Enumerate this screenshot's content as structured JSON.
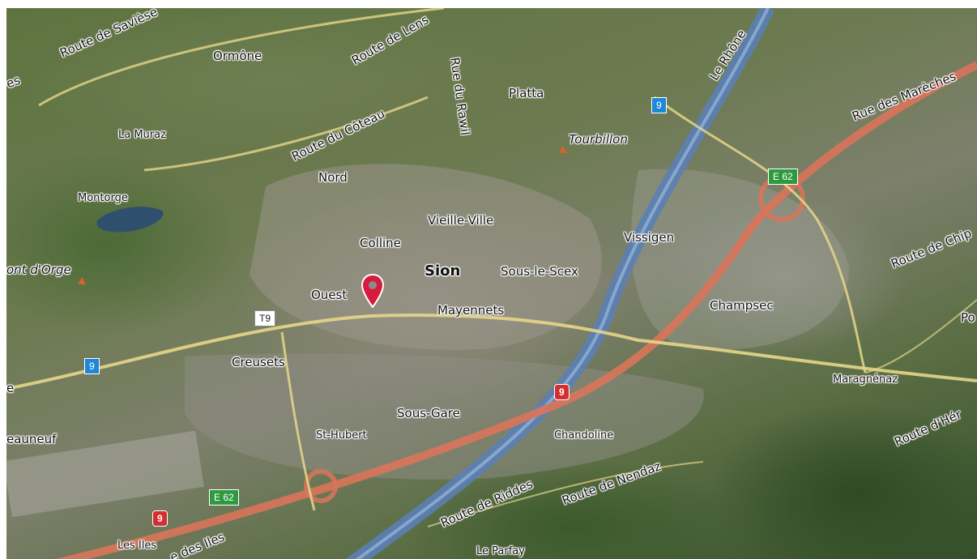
{
  "map": {
    "colors": {
      "highway": "#d9745a",
      "road": "#e6d68a",
      "river": "#5b7fb3",
      "lake": "#2f4f6e",
      "pin": "#d81b3c"
    },
    "places": {
      "ormone": "Ormône",
      "la_muraz": "La Muraz",
      "montorge": "Montorge",
      "mont_dorge": "ont d'Orge",
      "platta": "Platta",
      "tourbillon": "Tourbillon",
      "nord": "Nord",
      "vieille_ville": "Vieille-Ville",
      "colline": "Colline",
      "sion": "Sion",
      "sous_le_scex": "Sous-le-Scex",
      "ouest": "Ouest",
      "mayennets": "Mayennets",
      "vissigen": "Vissigen",
      "champsec": "Champsec",
      "creusets": "Creusets",
      "sous_gare": "Sous-Gare",
      "st_hubert": "St-Hubert",
      "chandoline": "Chandoline",
      "maragnenaz": "Maragnénaz",
      "chateauneuf": "eauneuf",
      "les_iles": "Les Iles",
      "le_parfay": "Le Parfay",
      "po": "Po",
      "edge_e": "e",
      "edge_es": "es"
    },
    "roads": {
      "route_saviese": "Route de Savièse",
      "route_lens": "Route de Lens",
      "rue_rawil": "Rue du Rawil",
      "route_coteau": "Route du Côteau",
      "le_rhone": "Le Rhône",
      "rue_mareches": "Rue des Marèches",
      "route_chippis": "Route de Chip",
      "route_herens": "Route d'Hér",
      "route_riddes": "Route de Riddes",
      "route_nendaz": "Route de Nendaz",
      "route_iles": "e des Iles"
    },
    "shields": {
      "a9_top": "9",
      "a9_left": "9",
      "a9_mid": "9",
      "a9_bottom": "9",
      "e62_right": "E 62",
      "e62_left": "E 62",
      "t9": "T9"
    },
    "markers": {
      "location_pin": "location-pin-icon",
      "peak": "peak-triangle-icon"
    }
  }
}
